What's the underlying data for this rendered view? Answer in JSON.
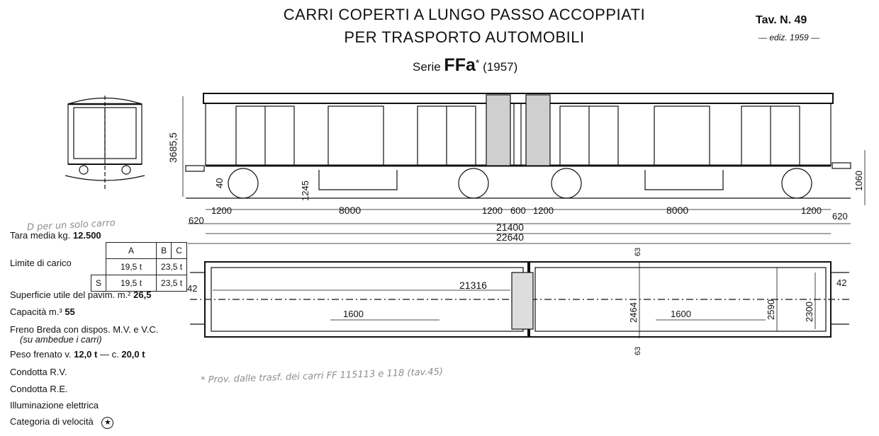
{
  "header": {
    "title_line1": "CARRI COPERTI A LUNGO PASSO ACCOPPIATI",
    "title_line2": "PER TRASPORTO AUTOMOBILI",
    "serie_label": "Serie",
    "serie_code": "FFa",
    "serie_star": "*",
    "serie_year": "(1957)",
    "tav": "Tav. N. 49",
    "ediz": "— ediz. 1959 —"
  },
  "handwritten": {
    "top_note": "D per un solo carro",
    "bottom_note": "* Prov. dalle trasf. dei carri FF 115113 e 118 (tav.45)"
  },
  "specs": {
    "tara_label": "Tara media kg.",
    "tara_value": "12.500",
    "limite_label": "Limite di carico",
    "limite_table": {
      "headers": [
        "A",
        "B",
        "C"
      ],
      "row_s": "S",
      "row1": [
        "19,5 t",
        "23,5 t"
      ],
      "row2": [
        "19,5 t",
        "23,5 t"
      ]
    },
    "superficie_label": "Superficie utile del pavim. m.²",
    "superficie_value": "26,5",
    "capacita_label": "Capacità m.³",
    "capacita_value": "55",
    "freno_line1": "Freno Breda con dispos. M.V. e V.C.",
    "freno_line2": "(su ambedue i carri)",
    "peso_label": "Peso frenato v.",
    "peso_v": "12,0 t",
    "peso_sep": "— c.",
    "peso_c": "20,0 t",
    "condotta_rv": "Condotta R.V.",
    "condotta_re": "Condotta R.E.",
    "illuminazione": "Illuminazione elettrica",
    "categoria": "Categoria di velocità"
  },
  "dimensions": {
    "height_body": "3685,5",
    "wheel_offset": "40",
    "floor_height": "1245",
    "buffer_height": "1060",
    "span_1200_a": "1200",
    "span_8000_a": "8000",
    "span_1200_b": "1200",
    "span_600": "600",
    "span_1200_c": "1200",
    "span_8000_b": "8000",
    "span_1200_d": "1200",
    "overhang_left": "620",
    "overhang_right": "620",
    "length_21400": "21400",
    "length_22640": "22640",
    "plan_63_top": "63",
    "plan_63_bottom": "63",
    "plan_42_left": "42",
    "plan_42_right": "42",
    "plan_21316": "21316",
    "plan_1600_left": "1600",
    "plan_1600_right": "1600",
    "plan_2464": "2464",
    "plan_2590": "2590",
    "plan_2300": "2300"
  }
}
